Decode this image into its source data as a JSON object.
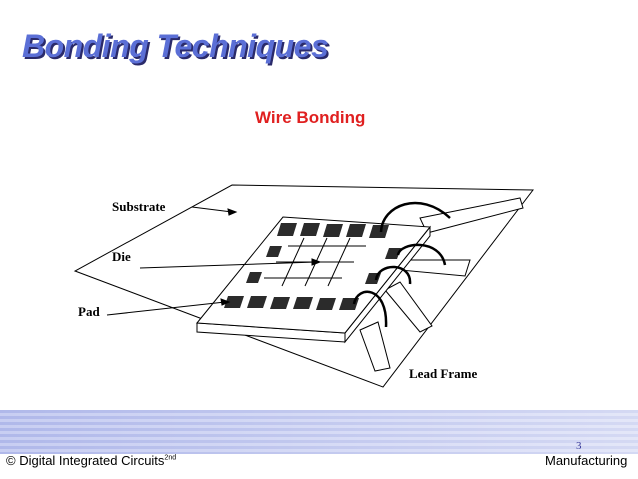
{
  "title": "Bonding Techniques",
  "subtitle": "Wire Bonding",
  "labels": {
    "substrate": "Substrate",
    "die": "Die",
    "pad": "Pad",
    "lead_frame": "Lead Frame"
  },
  "footer": {
    "left_main": "© Digital Integrated Circuits",
    "left_sup": "2nd",
    "right": "Manufacturing",
    "page_number": "3"
  },
  "colors": {
    "title": "#5b6fd6",
    "subtitle": "#e02020",
    "footer_band": "#aab3e8"
  }
}
